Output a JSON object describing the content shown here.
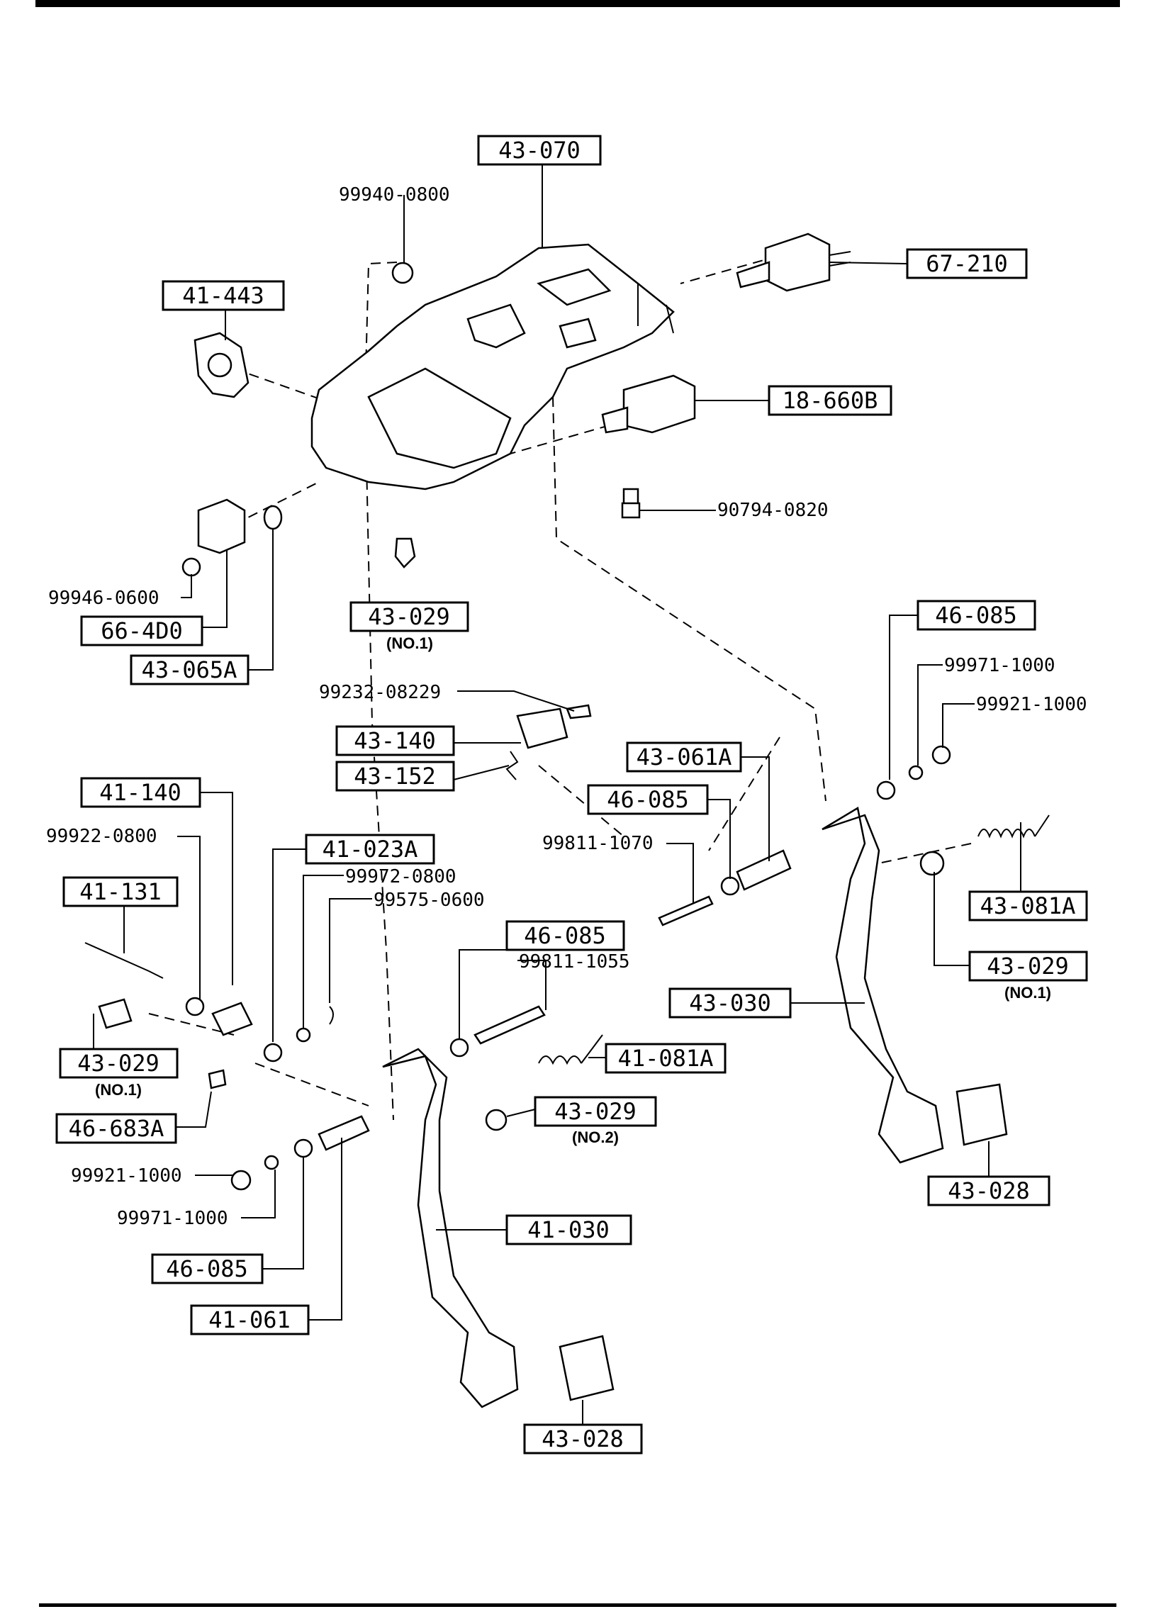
{
  "boxed_labels": {
    "b43070": "43-070",
    "b67210": "67-210",
    "b41443": "41-443",
    "b18660B": "18-660B",
    "b43029_top": "43-029",
    "b664D0": "66-4D0",
    "b43065A": "43-065A",
    "b46085_r1": "46-085",
    "b43140": "43-140",
    "b43152": "43-152",
    "b43061A": "43-061A",
    "b46085_r2": "46-085",
    "b41140": "41-140",
    "b41023A": "41-023A",
    "b41131": "41-131",
    "b46085_c": "46-085",
    "b43081A": "43-081A",
    "b43029_r": "43-029",
    "b43030": "43-030",
    "b41081A": "41-081A",
    "b43029_left": "43-029",
    "b43029_no2": "43-029",
    "b46683A": "46-683A",
    "b43028_r": "43-028",
    "b41030": "41-030",
    "b46085_l": "46-085",
    "b41061": "41-061",
    "b43028_b": "43-028"
  },
  "plain_labels": {
    "n99940": "99940-0800",
    "n90794": "90794-0820",
    "n99946": "99946-0600",
    "n99232": "99232-08229",
    "n99971_r": "99971-1000",
    "n99921_r": "99921-1000",
    "n99922": "99922-0800",
    "n99811_1070": "99811-1070",
    "n99972": "99972-0800",
    "n99575": "99575-0600",
    "n99811_1055": "99811-1055",
    "n99921_l": "99921-1000",
    "n99971_l": "99971-1000"
  },
  "sub_labels": {
    "no1_top": "(NO.1)",
    "no1_right": "(NO.1)",
    "no1_left": "(NO.1)",
    "no2": "(NO.2)"
  }
}
